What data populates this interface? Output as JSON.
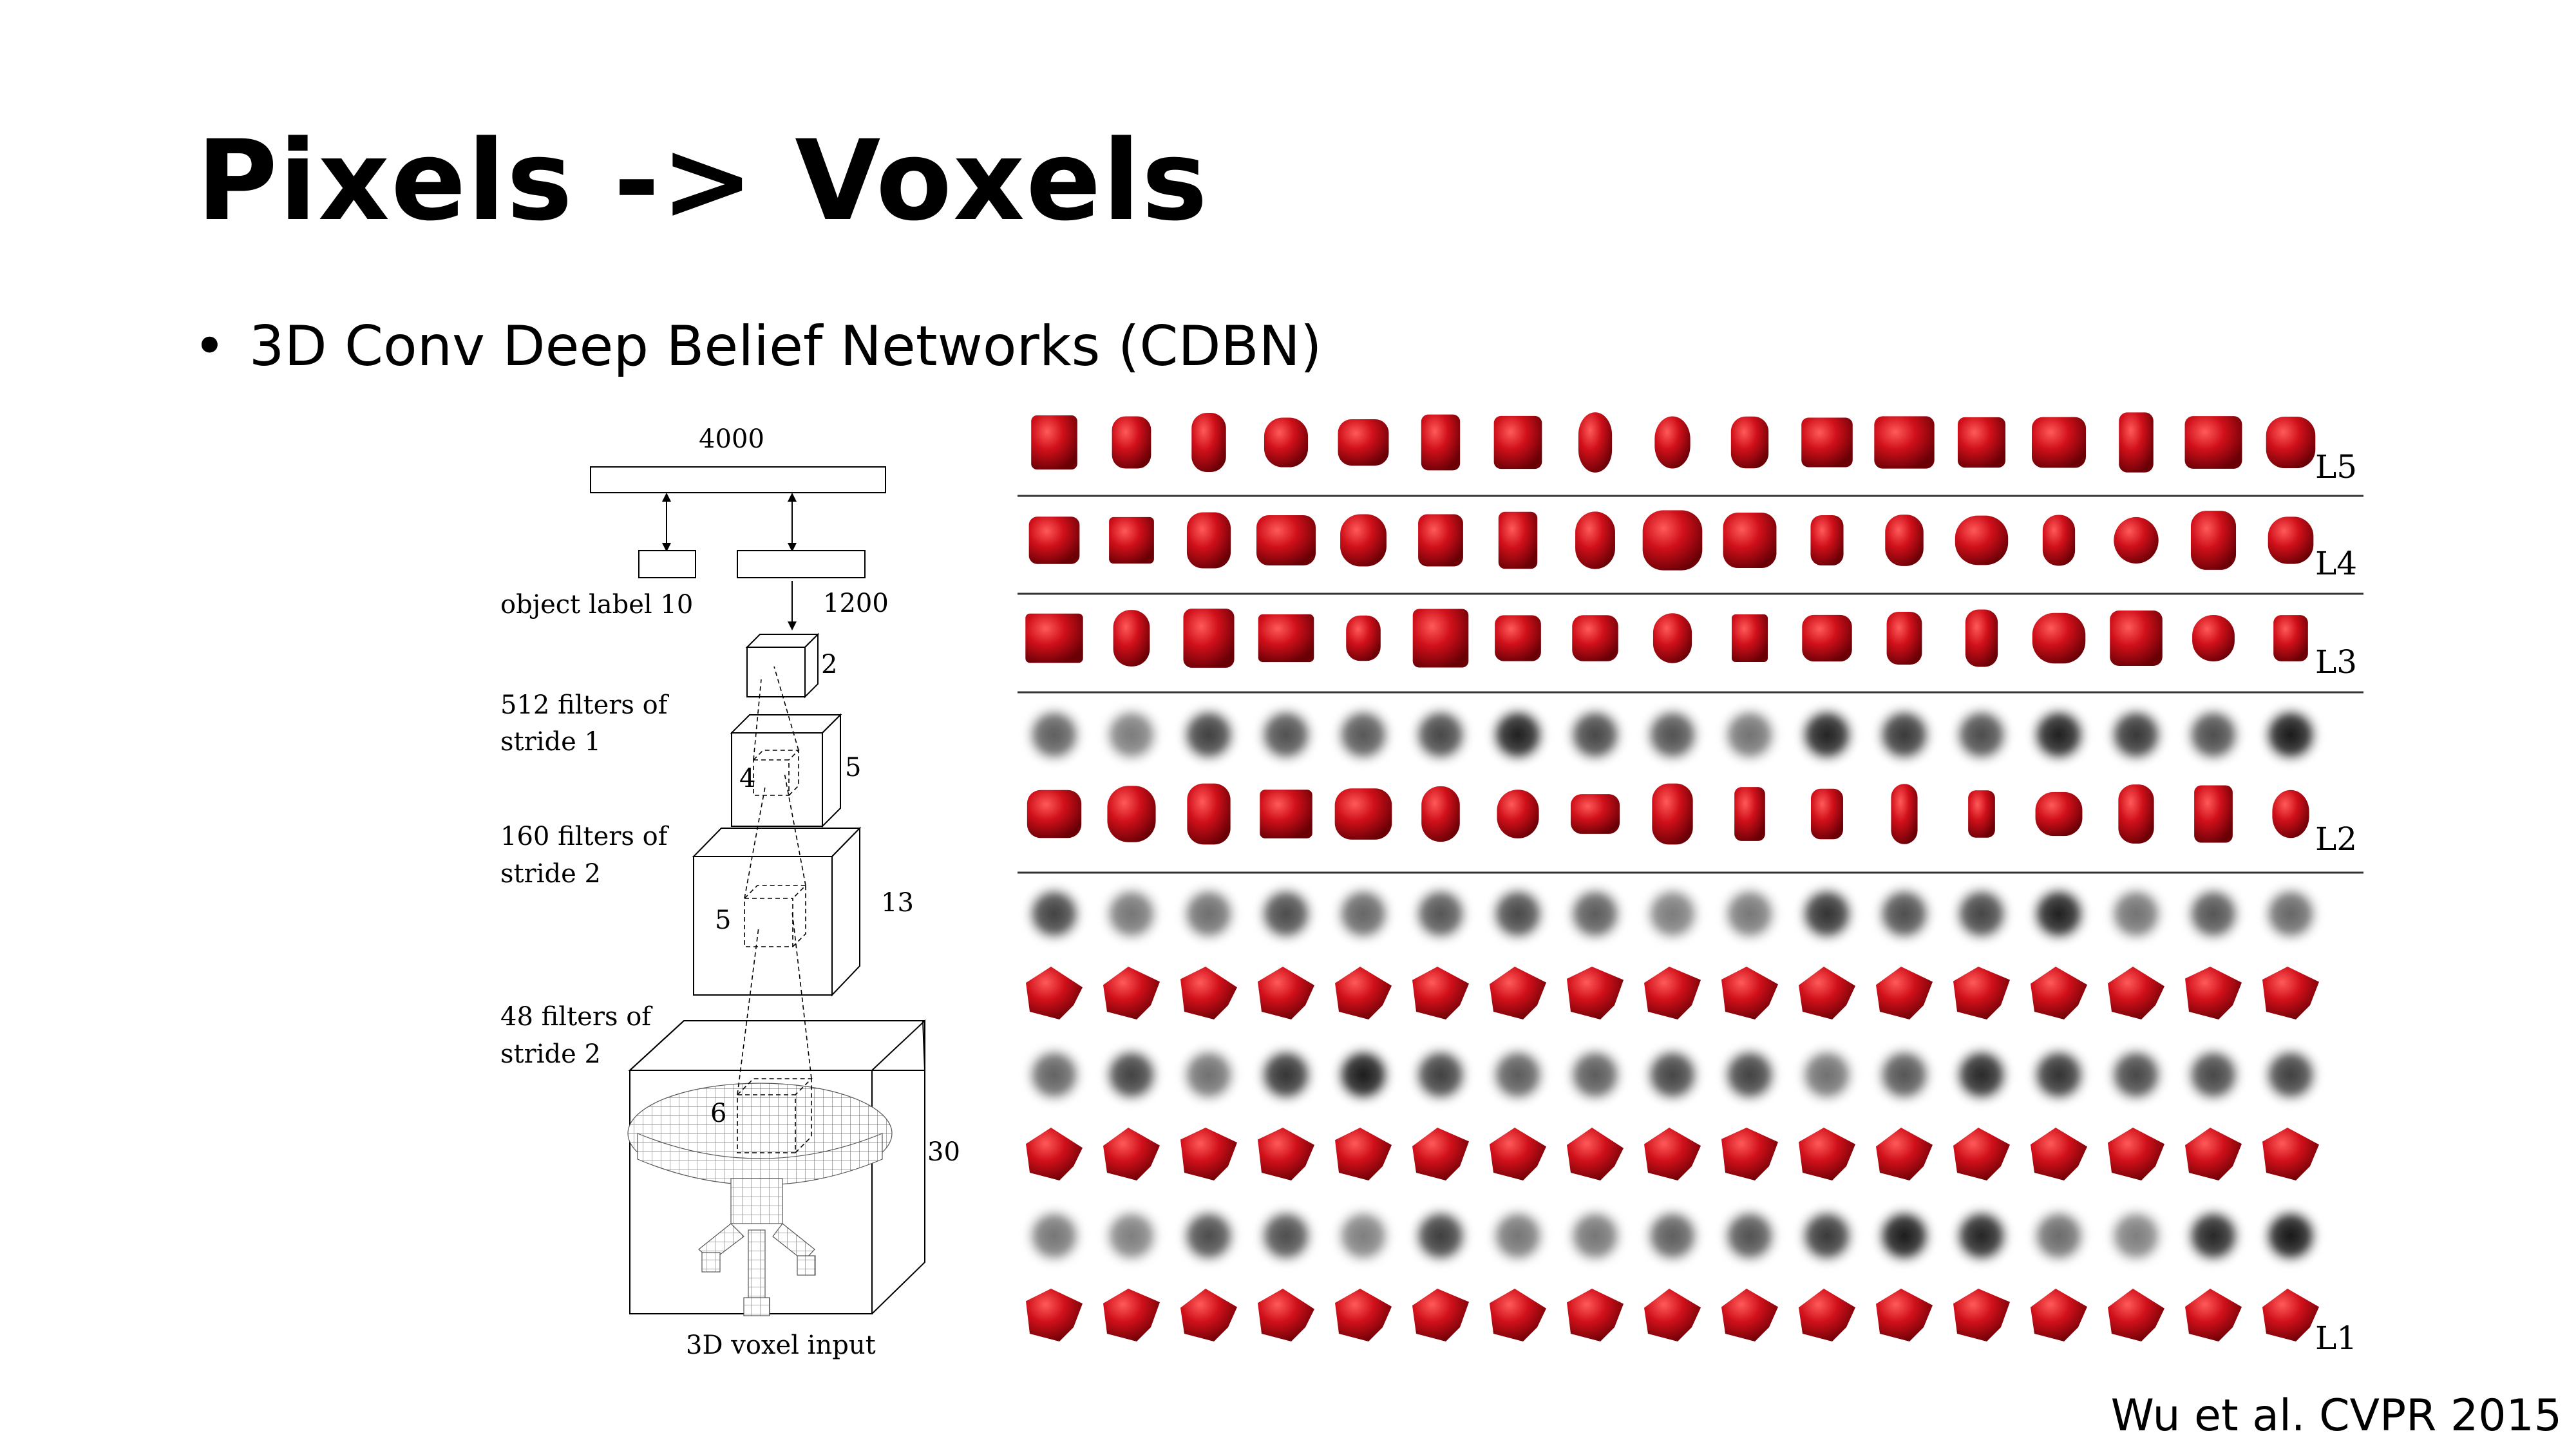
{
  "slide": {
    "title": "Pixels -> Voxels",
    "bullet": "3D Conv Deep Belief Networks (CDBN)",
    "bullet_marker": "•",
    "citation": "Wu et al. CVPR 2015"
  },
  "architecture": {
    "top_layer_size": "4000",
    "label_layer": "object label 10",
    "hidden_layer_size": "1200",
    "layers": [
      {
        "description_line1": "512 filters of",
        "description_line2": "stride 1",
        "filter_size": "4",
        "output_size": "2"
      },
      {
        "description_line1": "160 filters of",
        "description_line2": "stride 2",
        "filter_size": "5",
        "output_size": "5"
      },
      {
        "description_line1": "48 filters of",
        "description_line2": "stride 2",
        "filter_size": "6",
        "output_size": "13"
      }
    ],
    "input_size": "30",
    "input_label": "3D voxel input"
  },
  "feature_visualization": {
    "row_labels": [
      "L5",
      "L4",
      "L3",
      "L2",
      "L1"
    ],
    "shape_color": "#d0101a",
    "shadow_color": "#7a0008",
    "columns": 17
  }
}
